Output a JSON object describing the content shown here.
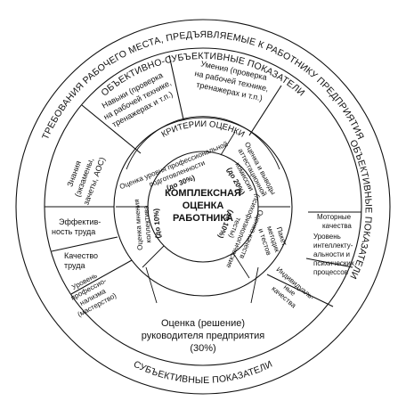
{
  "outer_ring": {
    "top_label": "ТРЕБОВАНИЯ РАБОЧЕГО МЕСТА, ПРЕДЪЯВЛЯЕМЫЕ К РАБОТНИКУ ПРЕДПРИЯТИЯ",
    "upper_subtitle": "ОБЪЕКТИВНО-СУБЪЕКТИВНЫЕ ПОКАЗАТЕЛИ",
    "right_label": "ОБЪЕКТИВНЫЕ ПОКАЗАТЕЛИ",
    "bottom_label": "СУБЪЕКТИВНЫЕ ПОКАЗАТЕЛИ"
  },
  "upper_segments": {
    "knowledge": [
      "Знания",
      "(экзамены,",
      "зачеты, АОС)"
    ],
    "skills_simulators": [
      "Навыки (проверка",
      "на рабочей технике,",
      "тренажерах и т.п.)"
    ],
    "abilities": [
      "Умения (проверка",
      "на рабочей технике,",
      "тренажерах и т.п.)"
    ]
  },
  "left_segments": {
    "efficiency": [
      "Эффектив-",
      "ность труда"
    ],
    "quality": [
      "Качество",
      "труда"
    ],
    "professionalism": [
      "Уровень",
      "профессио-",
      "нализма",
      "(мастерство)"
    ]
  },
  "right_segments": {
    "motor": [
      "Моторные",
      "качества"
    ],
    "intellect": [
      "Уровень",
      "интеллекту-",
      "альности и",
      "психических",
      "процессов"
    ],
    "individual": [
      "Индивидуаль-",
      "ные",
      "качества"
    ]
  },
  "inner_ring": {
    "title": "КРИТЕРИИ ОЦЕНКИ",
    "professional": [
      "Оценка уровня профессиональной",
      "подготовленности",
      "(до 30%)"
    ],
    "certification": [
      "Оценка и выводы",
      "аттестационной",
      "комиссии",
      "(до 20%)"
    ],
    "testing": [
      "Оценка качеств",
      "(психофизиологические",
      "тесты)",
      "(до 10%)"
    ],
    "team": [
      "Оценка мнения",
      "коллектива",
      "(до 10%)"
    ],
    "tests_side": [
      "Пакет",
      "методик",
      "и тестов"
    ]
  },
  "center": {
    "line1": "КОМПЛЕКСНАЯ",
    "line2": "ОЦЕНКА",
    "line3": "РАБОТНИКА"
  },
  "manager": [
    "Оценка (решение)",
    "руководителя предприятия",
    "(30%)"
  ]
}
